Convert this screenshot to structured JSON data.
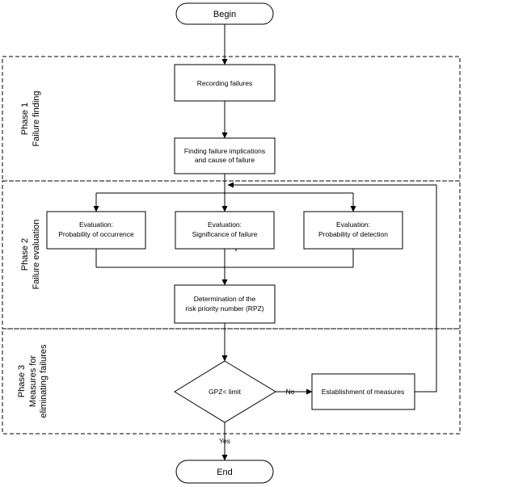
{
  "nodes": {
    "begin": "Begin",
    "recording": "Recording failures",
    "finding_line1": "Finding failure implications",
    "finding_line2": "and cause of failure",
    "eval_occ_line1": "Evaluation:",
    "eval_occ_line2": "Probability of occurrence",
    "eval_sig_line1": "Evaluation:",
    "eval_sig_line2": "Significance of failure",
    "eval_det_line1": "Evaluation:",
    "eval_det_line2": "Probability of detection",
    "rpz_line1": "Determination of the",
    "rpz_line2": "risk priority number (RPZ)",
    "decision": "GPZ< limit",
    "measures": "Establishment of measures",
    "end": "End"
  },
  "edges": {
    "no": "No",
    "yes": "Yes"
  },
  "phases": {
    "phase1_line1": "Phase 1",
    "phase1_line2": "Failure finding",
    "phase2_line1": "Phase 2",
    "phase2_line2": "Failure evaluation",
    "phase3_line1": "Phase 3",
    "phase3_line2": "Measures for",
    "phase3_line3": "eliminating failures"
  }
}
